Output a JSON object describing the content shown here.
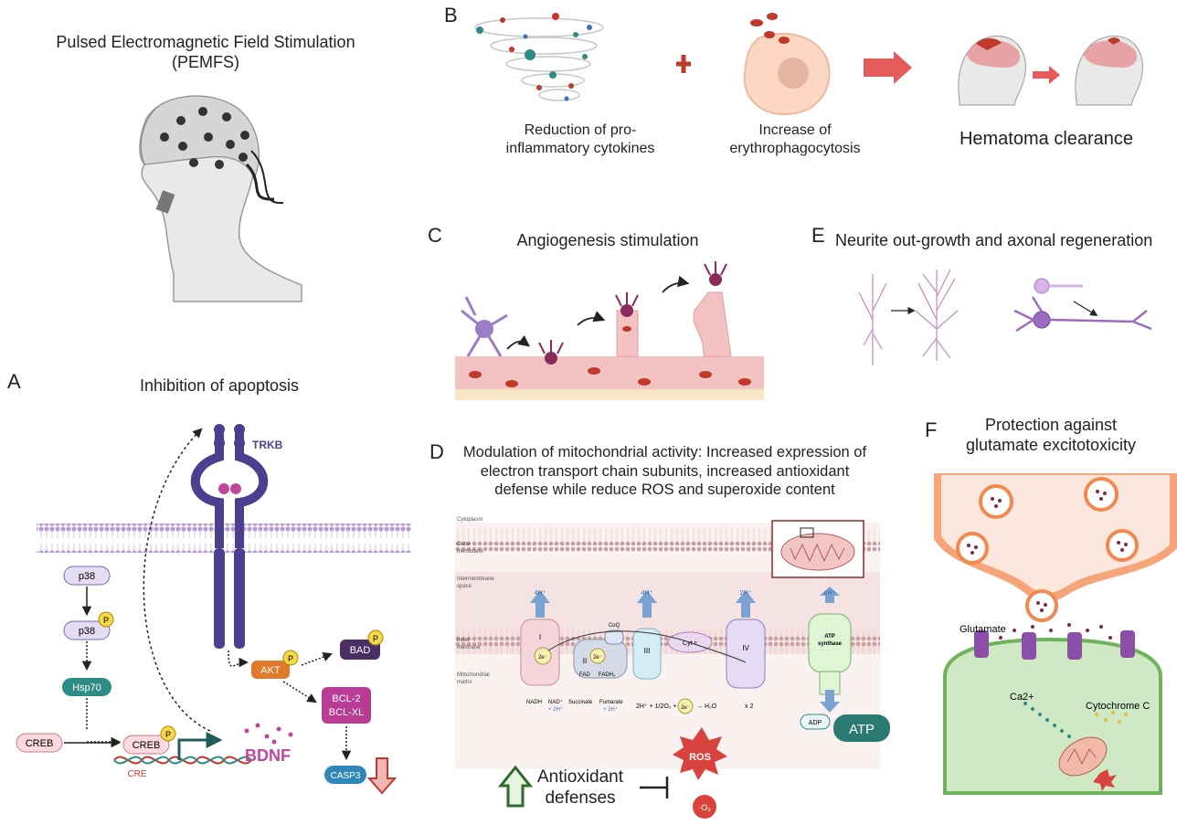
{
  "pemfs": {
    "title_line1": "Pulsed Electromagnetic Field Stimulation",
    "title_line2": "(PEMFS)"
  },
  "panelA": {
    "letter": "A",
    "title": "Inhibition of apoptosis",
    "labels": {
      "trkb": "TRKB",
      "p38": "p38",
      "p38p": "p38",
      "hsp70": "Hsp70",
      "creb1": "CREB",
      "creb2": "CREB",
      "cre": "CRE",
      "bdnf": "BDNF",
      "akt": "AKT",
      "bad": "BAD",
      "bcl2": "BCL-2",
      "bclxl": "BCL-XL",
      "casp3": "CASP3",
      "p": "P"
    }
  },
  "panelB": {
    "letter": "B",
    "cap1_line1": "Reduction of pro-",
    "cap1_line2": "inflammatory cytokines",
    "cap2_line1": "Increase of",
    "cap2_line2": "erythrophagocytosis",
    "cap3": "Hematoma clearance"
  },
  "panelC": {
    "letter": "C",
    "title": "Angiogenesis stimulation"
  },
  "panelD": {
    "letter": "D",
    "title_line1": "Modulation of mitochondrial activity: Increased expression of",
    "title_line2": "electron transport chain subunits, increased antioxidant",
    "title_line3": "defense while reduce ROS and superoxide content",
    "labels": {
      "cytoplasm": "Cytoplasm",
      "outer1": "Outer",
      "outer2": "membrane",
      "ims1": "Intermembrane",
      "ims2": "space",
      "inner1": "Inner",
      "inner2": "memrane",
      "matrix1": "Mitochondrial",
      "matrix2": "matrix",
      "h1": "4H⁺",
      "h3": "4H⁺",
      "h4": "2H⁺",
      "hn": "nH⁺",
      "c1": "I",
      "c2": "II",
      "c3": "III",
      "c4": "IV",
      "coq": "CoQ",
      "cytc": "Cyt c",
      "atps1": "ATP",
      "atps2": "synthase",
      "e": "2e⁻",
      "nadh": "NADH",
      "nad": "NAD⁺",
      "nad2": "+ 2H⁺",
      "fad": "FAD",
      "fadh": "FADH₂",
      "succ": "Succinate",
      "fum": "Fumarate",
      "fum2": "+ 2H⁺",
      "eq": "2H⁺ + 1/2O₂ +",
      "eq2": "→ H₂O",
      "x2": "x 2",
      "adp": "ADP",
      "atp": "ATP"
    },
    "antiox_line1": "Antioxidant",
    "antiox_line2": "defenses",
    "ros": "ROS",
    "o2": "·O₂"
  },
  "panelE": {
    "letter": "E",
    "title": "Neurite out-growth and axonal regeneration"
  },
  "panelF": {
    "letter": "F",
    "title_line1": "Protection against",
    "title_line2": "glutamate excitotoxicity",
    "glutamate": "Glutamate",
    "ca": "Ca2+",
    "cytc": "Cytochrome C"
  },
  "colors": {
    "membrane": "#b79ad4",
    "receptor": "#4b3f8f",
    "bdnf": "#c0479a",
    "akt": "#e07b2c",
    "hsp70": "#2f8b86",
    "casp3": "#2f86b9",
    "red_arrow": "#d9534f",
    "presyn": "#f4a57a",
    "postsyn": "#cfe9c5",
    "vessel": "#f3c2c2"
  }
}
